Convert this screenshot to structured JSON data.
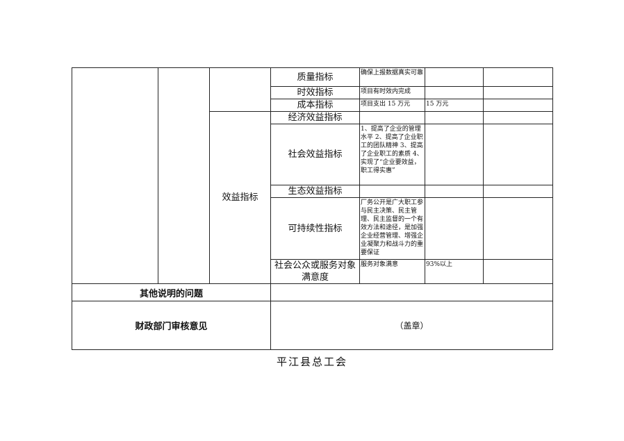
{
  "table": {
    "output_indicators": [
      {
        "name": "质量指标",
        "content": "确保上报数据真实可靠",
        "value": "",
        "note": ""
      },
      {
        "name": "时效指标",
        "content": "项目有时效内完成",
        "value": "",
        "note": ""
      },
      {
        "name": "成本指标",
        "content": "项目支出 15 万元",
        "value": "15 万元",
        "note": ""
      }
    ],
    "benefit_group": "效益指标",
    "benefit_indicators": [
      {
        "name": "经济效益指标",
        "content": "",
        "value": "",
        "note": ""
      },
      {
        "name": "社会效益指标",
        "content": "1、提高了企业的管理水平 2、提高了企业职工的团队精神 3、提高了企业职工的素质 4、实现了“企业要效益，职工得实惠”",
        "value": "",
        "note": ""
      },
      {
        "name": "生态效益指标",
        "content": "",
        "value": "",
        "note": ""
      },
      {
        "name": "可持续性指标",
        "content": "厂务公开是广大职工参与民主决策、民主管理、民主监督的一个有效方法和途径，是加强企业经营管理、增强企业凝聚力和战斗力的重要保证",
        "value": "",
        "note": ""
      },
      {
        "name": "社会公众或服务对象满意度",
        "content": "服务对象满意",
        "value": "93%以上",
        "note": ""
      }
    ],
    "other_issues_label": "其他说明的问题",
    "finance_review_label": "财政部门审核意见",
    "seal_text": "（盖章）"
  },
  "footer": "平江县总工会"
}
